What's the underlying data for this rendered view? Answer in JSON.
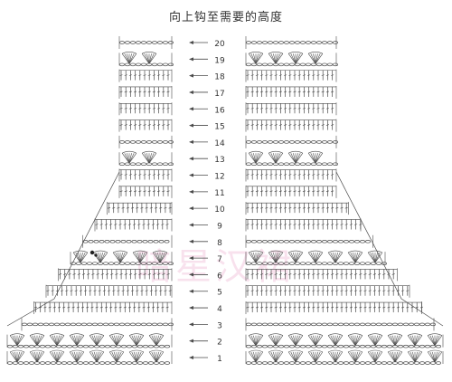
{
  "title": "向上钩至需要的高度",
  "row_numbers": [
    "20",
    "19",
    "18",
    "17",
    "16",
    "15",
    "14",
    "13",
    "12",
    "11",
    "10",
    "9",
    "8",
    "7",
    "6",
    "5",
    "4",
    "3",
    "2",
    "1"
  ],
  "watermark": "暗星汉裙",
  "colors": {
    "ink": "#4a4a4a",
    "text": "#333333",
    "watermark": "#e07ab0"
  },
  "symbols": {
    "row_pattern": [
      "chain",
      "fan",
      "double-crochet",
      "double-crochet",
      "double-crochet",
      "double-crochet",
      "chain",
      "fan",
      "double-crochet",
      "double-crochet",
      "double-crochet",
      "double-crochet",
      "chain",
      "fan",
      "double-crochet",
      "double-crochet",
      "double-crochet",
      "chain",
      "fan",
      "fan"
    ]
  }
}
